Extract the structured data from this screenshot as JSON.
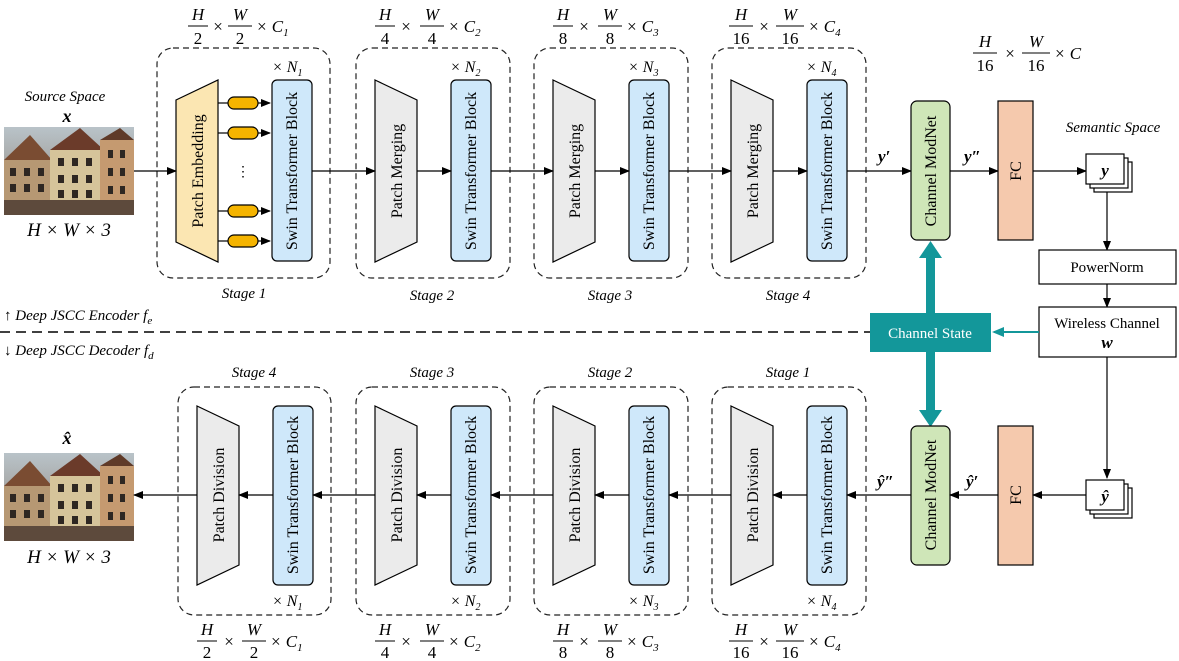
{
  "labels": {
    "source_space": "Source Space",
    "x": "x",
    "x_hat": "x̂",
    "input_dims": "H × W × 3",
    "output_dims": "H × W × 3",
    "semantic_space": "Semantic Space",
    "encoder_label": "↑ Deep JSCC Encoder f",
    "encoder_sub": "e",
    "decoder_label": "↓ Deep JSCC Decoder f",
    "decoder_sub": "d",
    "y_prime": "y′",
    "y_dprime": "y″",
    "y_hat_prime": "ŷ′",
    "y_hat_dprime": "ŷ″",
    "y": "y",
    "y_hat": "ŷ",
    "w": "w"
  },
  "blocks": {
    "patch_embedding": "Patch Embedding",
    "patch_merging": "Patch Merging",
    "patch_division": "Patch Division",
    "swin": "Swin Transformer Block",
    "channel_modnet": "Channel ModNet",
    "fc": "FC",
    "powernorm": "PowerNorm",
    "wireless_channel": "Wireless Channel",
    "channel_state": "Channel State",
    "dots": "⋮"
  },
  "encoder_stages": [
    {
      "name": "Stage 1",
      "n": "× N",
      "n_sub": "1",
      "dim_h": "H",
      "dim_h_den": "2",
      "dim_w": "W",
      "dim_w_den": "2",
      "dim_c": "× C",
      "dim_c_sub": "1"
    },
    {
      "name": "Stage 2",
      "n": "× N",
      "n_sub": "2",
      "dim_h": "H",
      "dim_h_den": "4",
      "dim_w": "W",
      "dim_w_den": "4",
      "dim_c": "× C",
      "dim_c_sub": "2"
    },
    {
      "name": "Stage 3",
      "n": "× N",
      "n_sub": "3",
      "dim_h": "H",
      "dim_h_den": "8",
      "dim_w": "W",
      "dim_w_den": "8",
      "dim_c": "× C",
      "dim_c_sub": "3"
    },
    {
      "name": "Stage 4",
      "n": "× N",
      "n_sub": "4",
      "dim_h": "H",
      "dim_h_den": "16",
      "dim_w": "W",
      "dim_w_den": "16",
      "dim_c": "× C",
      "dim_c_sub": "4"
    }
  ],
  "decoder_stages": [
    {
      "name": "Stage 4",
      "n": "× N",
      "n_sub": "1",
      "dim_h": "H",
      "dim_h_den": "2",
      "dim_w": "W",
      "dim_w_den": "2",
      "dim_c": "× C",
      "dim_c_sub": "1"
    },
    {
      "name": "Stage 3",
      "n": "× N",
      "n_sub": "2",
      "dim_h": "H",
      "dim_h_den": "4",
      "dim_w": "W",
      "dim_w_den": "4",
      "dim_c": "× C",
      "dim_c_sub": "2"
    },
    {
      "name": "Stage 2",
      "n": "× N",
      "n_sub": "3",
      "dim_h": "H",
      "dim_h_den": "8",
      "dim_w": "W",
      "dim_w_den": "8",
      "dim_c": "× C",
      "dim_c_sub": "3"
    },
    {
      "name": "Stage 1",
      "n": "× N",
      "n_sub": "4",
      "dim_h": "H",
      "dim_h_den": "16",
      "dim_w": "W",
      "dim_w_den": "16",
      "dim_c": "× C",
      "dim_c_sub": "4"
    }
  ],
  "semantic_dims": {
    "dim_h": "H",
    "dim_h_den": "16",
    "dim_w": "W",
    "dim_w_den": "16",
    "dim_c": "× C"
  },
  "colors": {
    "swin": "#cfe8fa",
    "merge": "#ebebeb",
    "embed": "#fbe6b2",
    "modnet": "#cfe6b8",
    "fc": "#f5c9ad",
    "channel_state": "#13979a",
    "token": "#f5b400"
  }
}
